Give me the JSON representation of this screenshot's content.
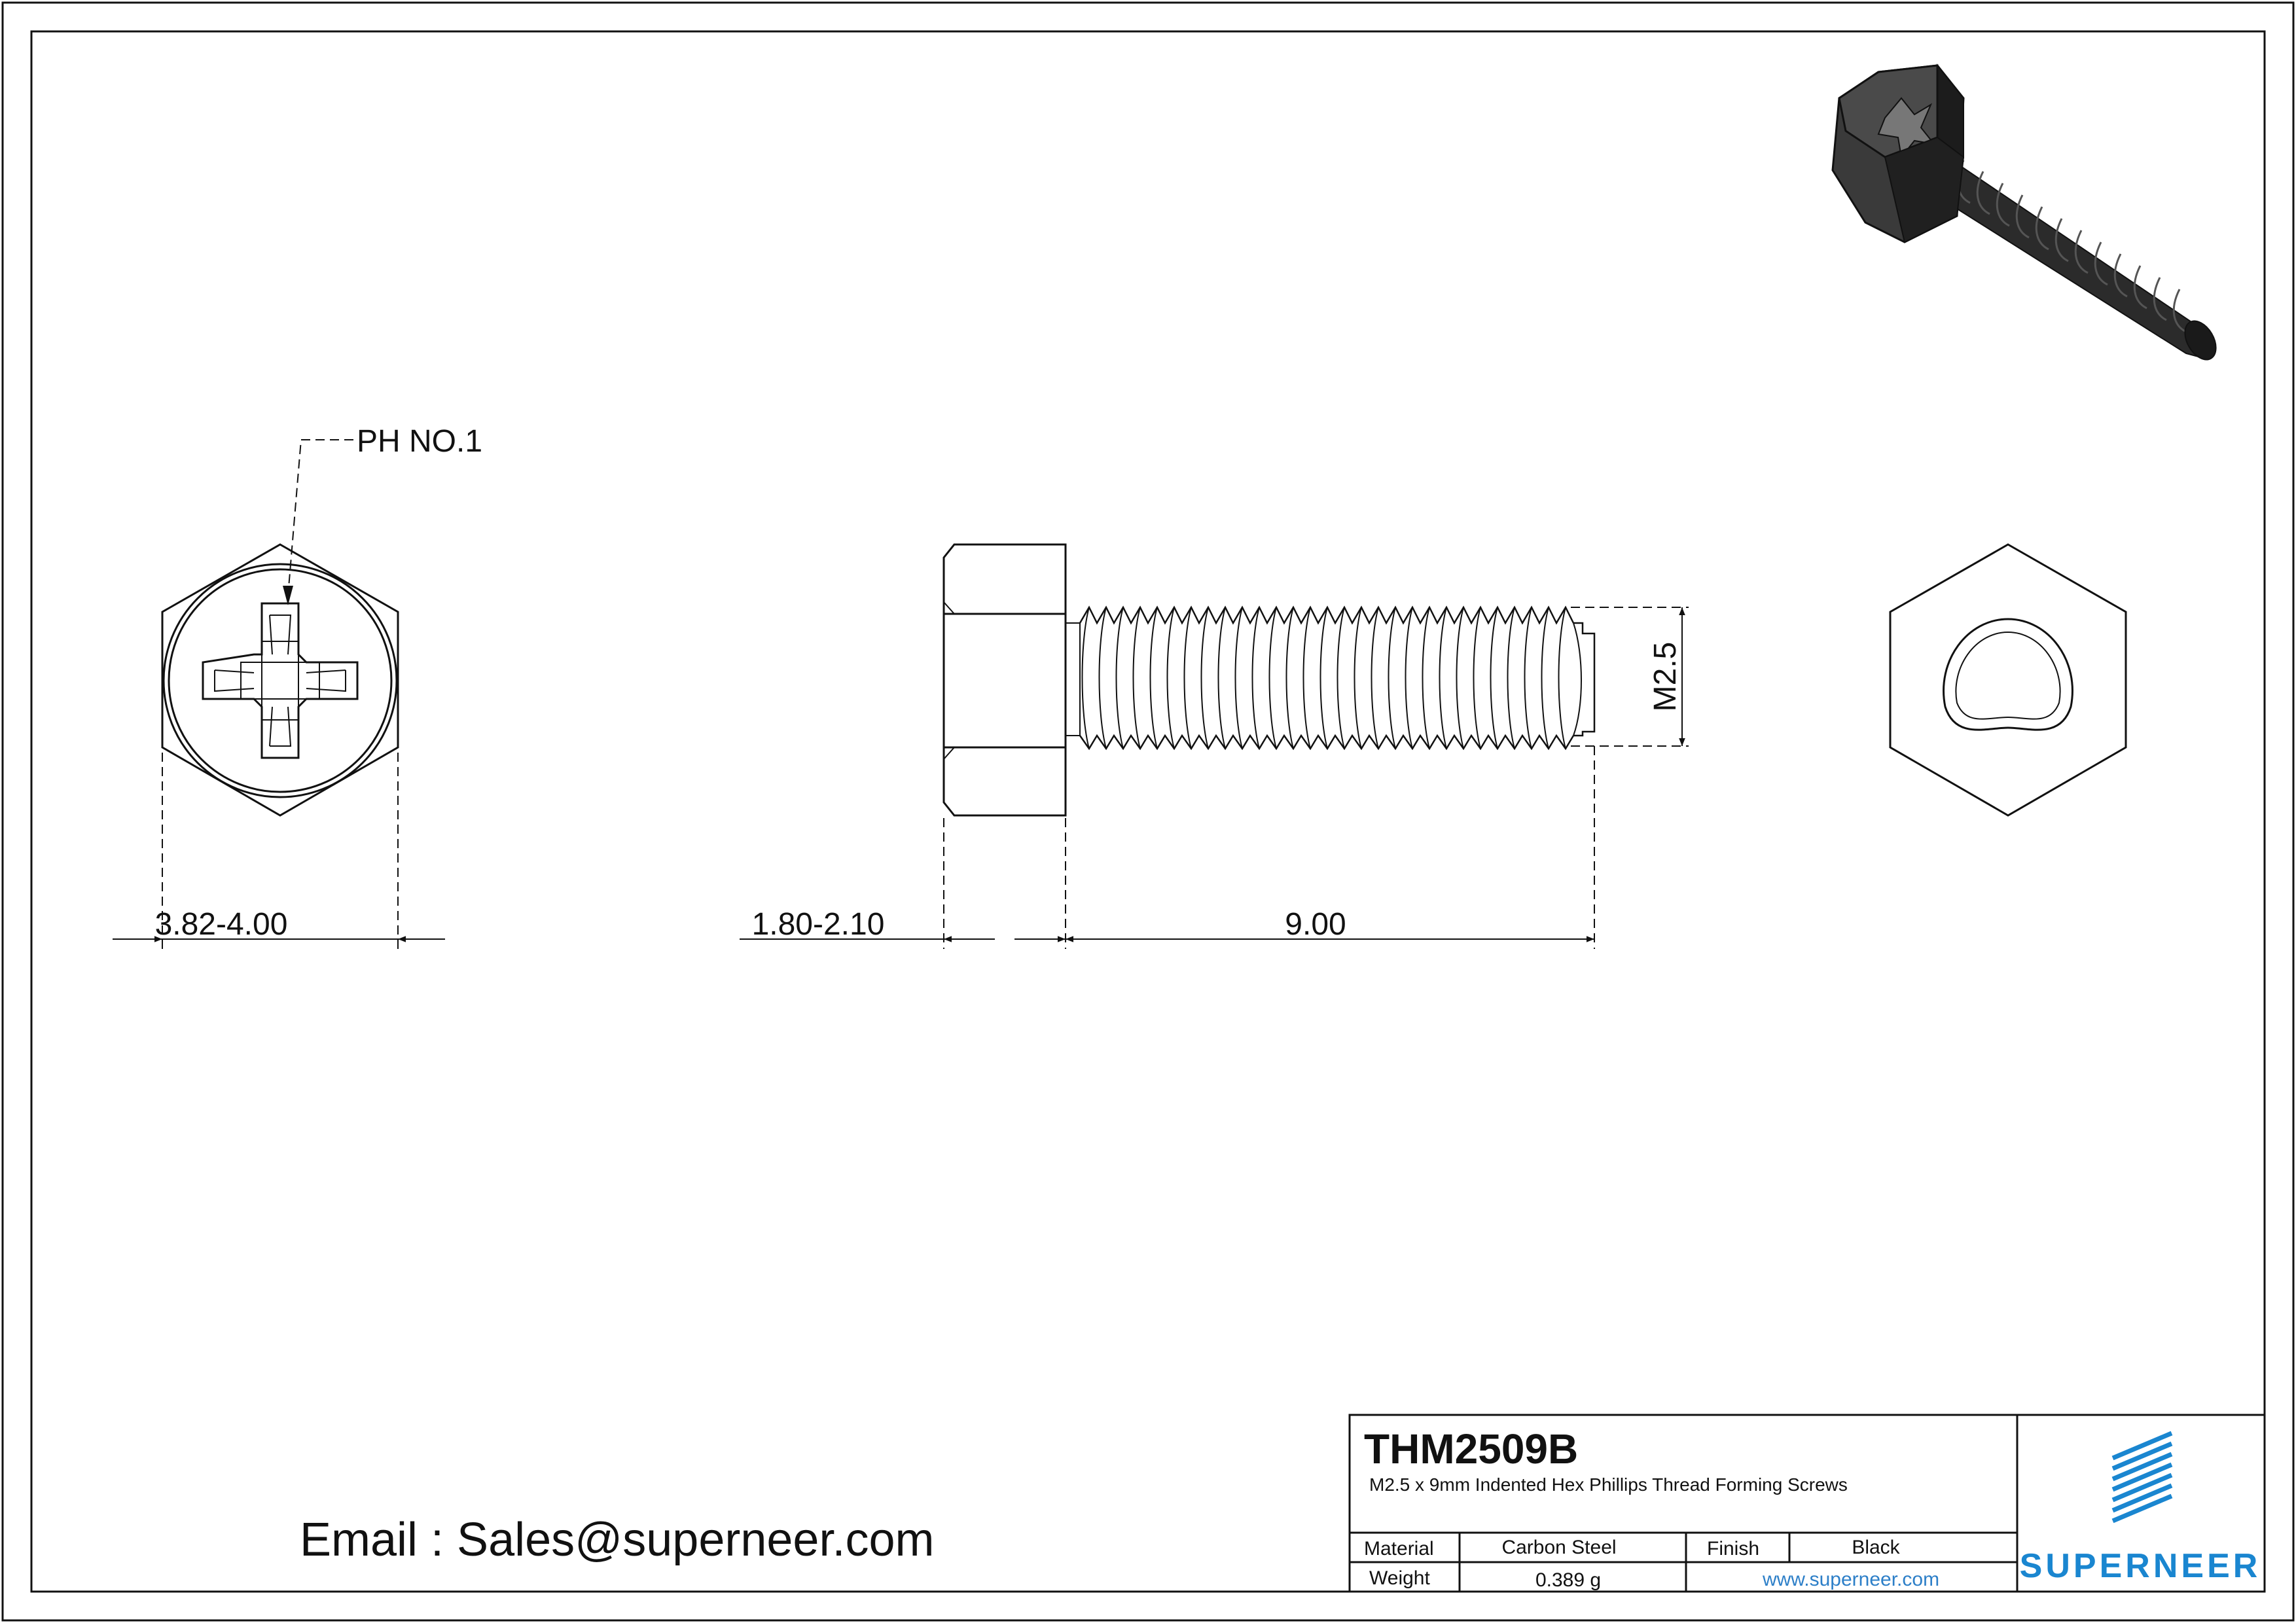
{
  "drawing": {
    "callout_ph": "PH NO.1",
    "dim_head_width": "3.82-4.00",
    "dim_head_height": "1.80-2.10",
    "dim_length": "9.00",
    "dim_thread": "M2.5"
  },
  "title_block": {
    "part_number": "THM2509B",
    "description": "M2.5 x 9mm Indented Hex Phillips Thread Forming Screws",
    "material_label": "Material",
    "material_value": "Carbon Steel",
    "finish_label": "Finish",
    "finish_value": "Black",
    "weight_label": "Weight",
    "weight_value": "0.389 g",
    "website": "www.superneer.com",
    "brand": "SUPERNEER"
  },
  "contact": {
    "email": "Email : Sales@superneer.com"
  },
  "colors": {
    "line": "#111111",
    "brand_blue": "#1a86d0",
    "link_blue": "#2d7fc8"
  }
}
